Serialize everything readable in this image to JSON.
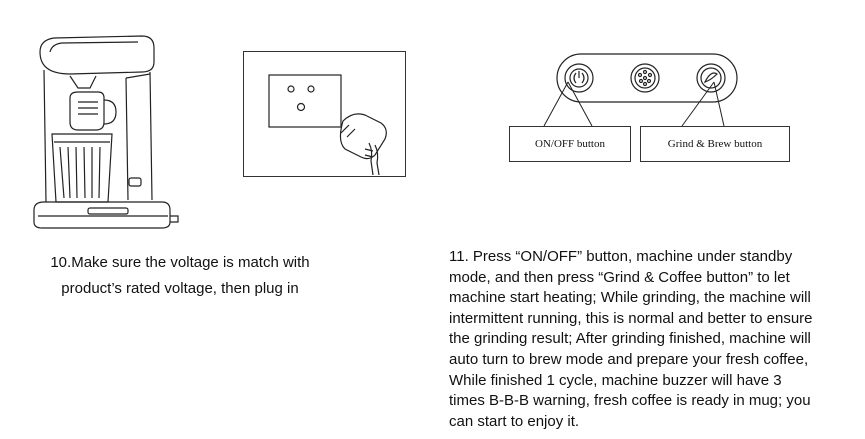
{
  "step10": {
    "text_line1": "10.Make sure the voltage is match with",
    "text_line2": "product’s rated voltage, then plug in"
  },
  "panel": {
    "onoff_label": "ON/OFF button",
    "grind_label": "Grind & Brew button",
    "icons": [
      "power-icon",
      "grind-brew-icon",
      "brew-icon"
    ]
  },
  "step11": {
    "lines": [
      "11. Press “ON/OFF” button, machine under standby",
      "mode, and then press “Grind & Coffee button” to let",
      "machine start heating; While grinding, the machine will",
      "intermittent running, this is normal and better to ensure",
      "the grinding result; After grinding finished, machine will",
      "auto turn to brew mode and prepare your fresh coffee,",
      "While finished 1 cycle, machine buzzer will have 3",
      "times B-B-B warning, fresh coffee is ready in mug; you",
      "can start to enjoy it."
    ]
  }
}
